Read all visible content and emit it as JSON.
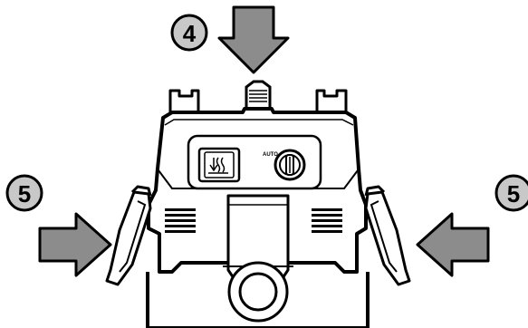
{
  "steps": {
    "top": "4",
    "left": "5",
    "right": "5"
  },
  "control_panel": {
    "dial_label": "AUTO",
    "left_icon": "suction-power-icon",
    "dial_icon": "auto-dial-icon"
  },
  "colors": {
    "arrow_fill": "#8c8c8c",
    "circle_fill": "#c8c8c8",
    "outline": "#000000",
    "body_fill": "#ffffff",
    "vent_fill": "#000000"
  }
}
